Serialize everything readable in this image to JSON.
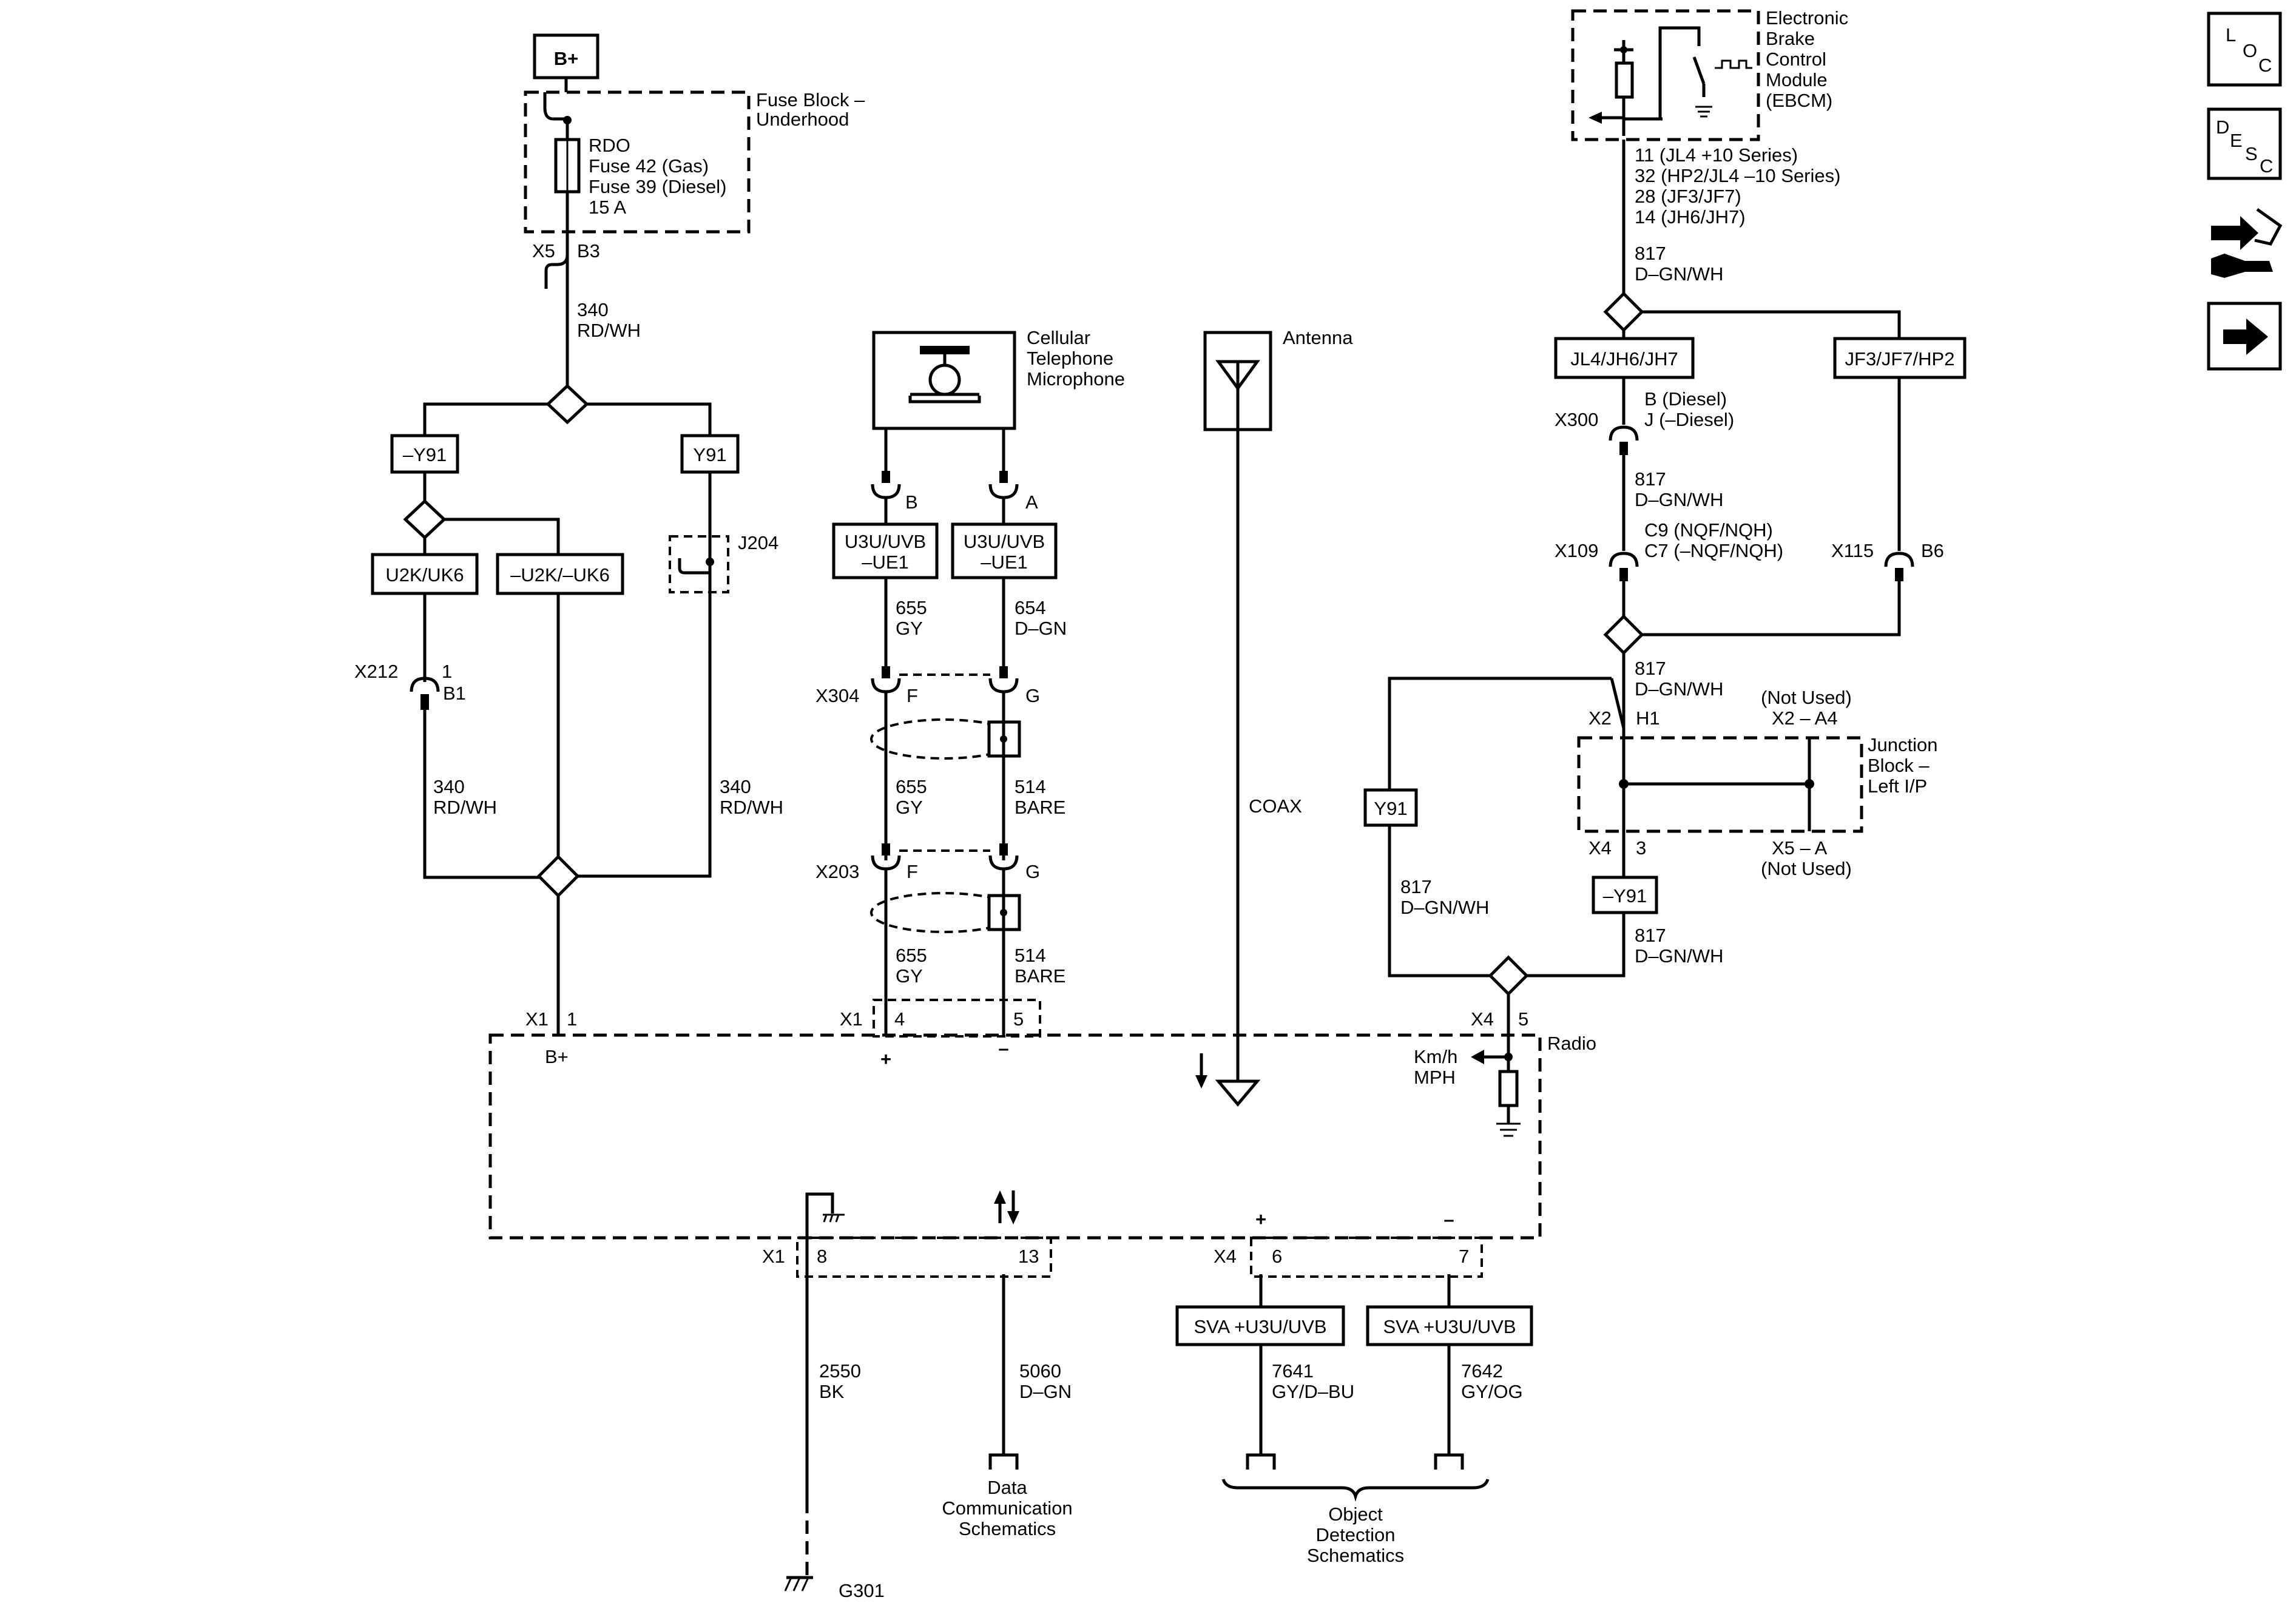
{
  "power": {
    "bplus": "B+"
  },
  "fuse_block": {
    "title_lines": [
      "Fuse Block –",
      "Underhood"
    ],
    "fuse_lines": [
      "RDO",
      "Fuse 42 (Gas)",
      "Fuse 39 (Diesel)",
      "15 A"
    ],
    "conn_name": "X5",
    "conn_pin": "B3"
  },
  "left_circuit": {
    "wire_top_num": "340",
    "wire_top_color": "RD/WH",
    "opt_left": "–Y91",
    "opt_right": "Y91",
    "opt_u2k": "U2K/UK6",
    "opt_nu2k": "–U2K/–UK6",
    "j204": "J204",
    "x212_name": "X212",
    "x212_pin1": "1",
    "x212_pin2": "B1",
    "wire_l_num": "340",
    "wire_l_color": "RD/WH",
    "wire_r_num": "340",
    "wire_r_color": "RD/WH"
  },
  "microphone": {
    "title_lines": [
      "Cellular",
      "Telephone",
      "Microphone"
    ],
    "pin_b": "B",
    "pin_a": "A",
    "opt_left_lines": [
      "U3U/UVB",
      "–UE1"
    ],
    "opt_right_lines": [
      "U3U/UVB",
      "–UE1"
    ],
    "wire_655_num": "655",
    "wire_655_color": "GY",
    "wire_654_num": "654",
    "wire_654_color": "D–GN",
    "x304": "X304",
    "x304_pin_f": "F",
    "x304_pin_g": "G",
    "wire_655b_num": "655",
    "wire_655b_color": "GY",
    "wire_514_num": "514",
    "wire_514_color": "BARE",
    "x203": "X203",
    "x203_pin_f": "F",
    "x203_pin_g": "G",
    "wire_655c_num": "655",
    "wire_655c_color": "GY",
    "wire_514b_num": "514",
    "wire_514b_color": "BARE"
  },
  "antenna": {
    "title": "Antenna",
    "coax": "COAX"
  },
  "ebcm": {
    "title_lines": [
      "Electronic",
      "Brake",
      "Control",
      "Module",
      "(EBCM)"
    ],
    "pin_lines": [
      "11 (JL4 +10 Series)",
      "32 (HP2/JL4 –10 Series)",
      "28 (JF3/JF7)",
      "14 (JH6/JH7)"
    ],
    "wire_num": "817",
    "wire_color": "D–GN/WH",
    "opt_left": "JL4/JH6/JH7",
    "opt_right": "JF3/JF7/HP2",
    "x300": "X300",
    "x300_pin_lines": [
      "B (Diesel)",
      "J (–Diesel)"
    ],
    "wire2_num": "817",
    "wire2_color": "D–GN/WH",
    "x109": "X109",
    "x109_pin_lines": [
      "C9 (NQF/NQH)",
      "C7 (–NQF/NQH)"
    ],
    "x115": "X115",
    "x115_pin": "B6",
    "wire3_num": "817",
    "wire3_color": "D–GN/WH"
  },
  "junction_block": {
    "title_lines": [
      "Junction",
      "Block –",
      "Left I/P"
    ],
    "x2": "X2",
    "x2_pin": "H1",
    "not_used_top": "(Not Used)",
    "x2_a4": "X2 – A4",
    "x4": "X4",
    "x4_pin": "3",
    "x5_a": "X5 – A",
    "not_used_bottom": "(Not Used)",
    "opt_y91": "Y91",
    "opt_ny91": "–Y91",
    "wire_l_num": "817",
    "wire_l_color": "D–GN/WH",
    "wire_r_num": "817",
    "wire_r_color": "D–GN/WH"
  },
  "radio": {
    "title": "Radio",
    "x1_top": "X1",
    "pin1": "1",
    "bplus_label": "B+",
    "x1_mic": "X1",
    "pin4": "4",
    "pin5": "5",
    "plus": "+",
    "minus": "–",
    "x4_top": "X4",
    "pin5b": "5",
    "speed_lines": [
      "Km/h",
      "MPH"
    ],
    "x1_bottom": "X1",
    "pin8": "8",
    "pin13": "13",
    "x4_bottom": "X4",
    "pin6": "6",
    "pin7": "7",
    "plus2": "+",
    "minus2": "–"
  },
  "bottom": {
    "wire_2550_num": "2550",
    "wire_2550_color": "BK",
    "ground": "G301",
    "wire_5060_num": "5060",
    "wire_5060_color": "D–GN",
    "data_comm_lines": [
      "Data",
      "Communication",
      "Schematics"
    ],
    "opt_sva1": "SVA +U3U/UVB",
    "opt_sva2": "SVA +U3U/UVB",
    "wire_7641_num": "7641",
    "wire_7641_color": "GY/D–BU",
    "wire_7642_num": "7642",
    "wire_7642_color": "GY/OG",
    "object_det_lines": [
      "Object",
      "Detection",
      "Schematics"
    ]
  },
  "nav": {
    "loc": [
      "L",
      "O",
      "C"
    ],
    "desc": [
      "D",
      "E",
      "S",
      "C"
    ]
  }
}
